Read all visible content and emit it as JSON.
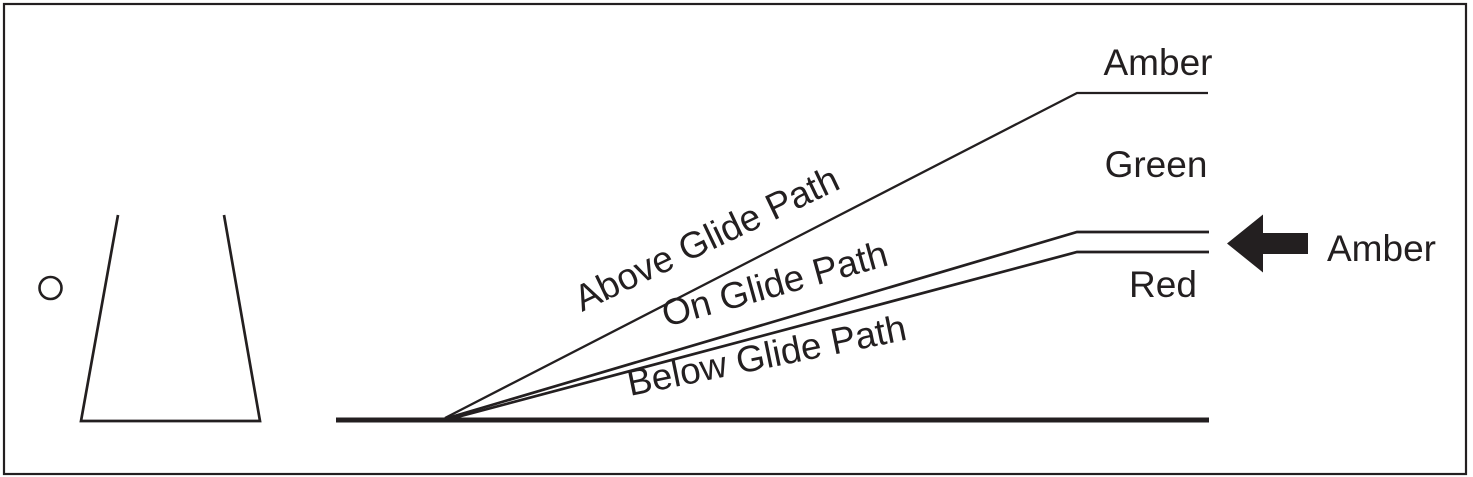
{
  "figure": {
    "ink_color": "#231f20",
    "background_color": "#ffffff",
    "sector_labels": {
      "above": "Above Glide Path",
      "on": "On Glide Path",
      "below": "Below Glide Path"
    },
    "color_labels": {
      "top": "Amber",
      "middle": "Green",
      "band": "Amber",
      "bottom": "Red"
    },
    "icons": {
      "arrow": "arrow-left-icon",
      "runway": "runway-outline",
      "light_unit": "vasi-light-circle"
    }
  }
}
